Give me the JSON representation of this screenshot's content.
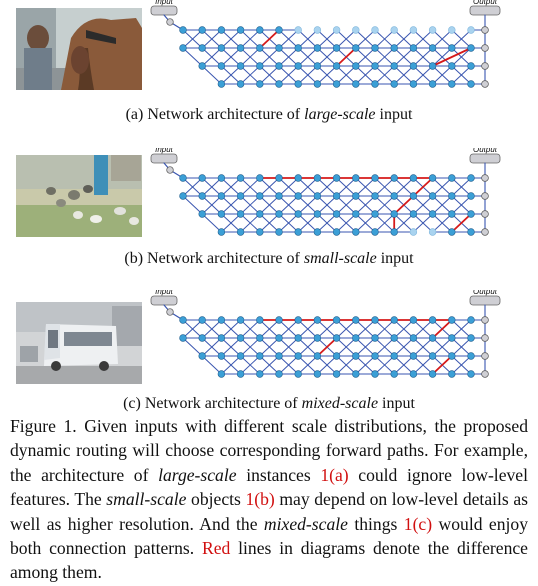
{
  "diagram_labels": {
    "input": "Input",
    "output": "Output"
  },
  "captions": [
    {
      "prefix": "(a)  Network architecture of ",
      "scale": "large-scale",
      "suffix": " input"
    },
    {
      "prefix": "(b)  Network architecture of ",
      "scale": "small-scale",
      "suffix": " input"
    },
    {
      "prefix": "(c)  Network architecture of ",
      "scale": "mixed-scale",
      "suffix": " input"
    }
  ],
  "figure_caption": {
    "part1": "Figure 1. Given inputs with different scale distributions, the proposed dynamic routing will choose corresponding forward paths. For example, the architecture of ",
    "large": "large-scale",
    "part2": " instances ",
    "ref_a": "1(a)",
    "part3": " could ignore low-level features. The ",
    "small": "small-scale",
    "part4": " objects ",
    "ref_b": "1(b)",
    "part5": " may depend on low-level details as well as higher resolution. And the ",
    "mixed": "mixed-scale",
    "part6": " things ",
    "ref_c": "1(c)",
    "part7": " would enjoy both connection patterns. ",
    "red_word": "Red",
    "part8": " lines in diagrams denote the difference among them."
  },
  "colors": {
    "node": "#3b9fd6",
    "node_light": "#a9d3ef",
    "edge": "#3a56b0",
    "highlight": "#d61a1a",
    "gray_node": "#cfcfd4"
  }
}
